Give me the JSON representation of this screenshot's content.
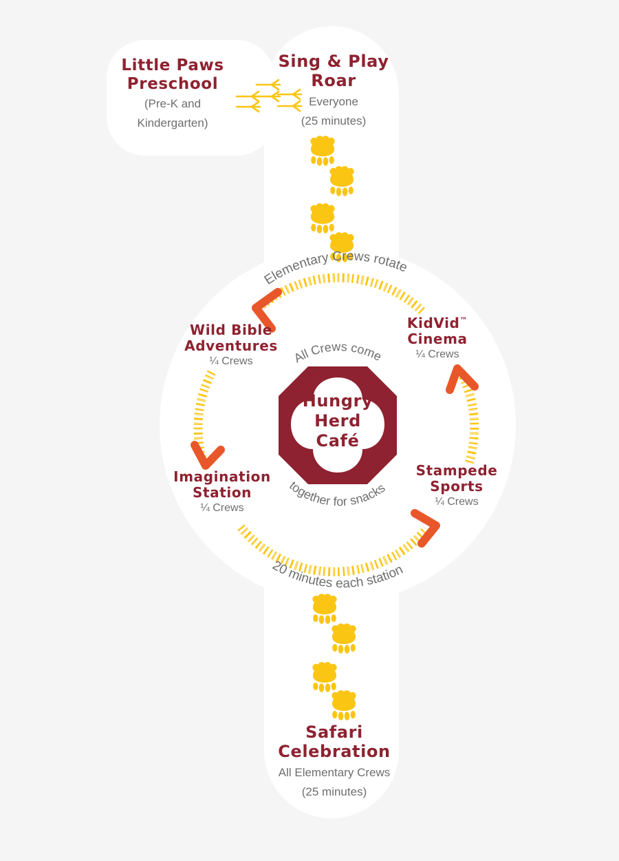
{
  "meta": {
    "background_color": "#f5f5f5",
    "canvas_color": "#ffffff",
    "brand_maroon": "#8e2230",
    "brand_yellow": "#fbc513",
    "brand_orange": "#e8572a",
    "body_gray": "#6e6e6e"
  },
  "preschool": {
    "title_line1": "Little Paws",
    "title_line2": "Preschool",
    "sub_line1": "(Pre-K and",
    "sub_line2": "Kindergarten)"
  },
  "opening": {
    "title_line1": "Sing & Play",
    "title_line2": "Roar",
    "sub_line1": "Everyone",
    "sub_line2": "(25 minutes)"
  },
  "closing": {
    "title_line1": "Safari",
    "title_line2": "Celebration",
    "sub_line1": "All Elementary Crews",
    "sub_line2": "(25 minutes)"
  },
  "wheel": {
    "caption_top": "Elementary Crews rotate",
    "caption_bottom": "20 minutes each station",
    "center_caption_top": "All Crews come",
    "center_caption_bottom": "together for snacks",
    "center": {
      "line1": "Hungry",
      "line2": "Herd",
      "line3": "Café"
    },
    "stations": [
      {
        "name": "wild-bible-adventures",
        "title_line1": "Wild Bible",
        "title_line2": "Adventures",
        "crews": "¼ Crews"
      },
      {
        "name": "kidvid-cinema",
        "title_line1": "KidVid",
        "trademark": "™",
        "title_line2": "Cinema",
        "crews": "¼ Crews"
      },
      {
        "name": "stampede-sports",
        "title_line1": "Stampede",
        "title_line2": "Sports",
        "crews": "¼ Crews"
      },
      {
        "name": "imagination-station",
        "title_line1": "Imagination",
        "title_line2": "Station",
        "crews": "¼ Crews"
      }
    ]
  }
}
